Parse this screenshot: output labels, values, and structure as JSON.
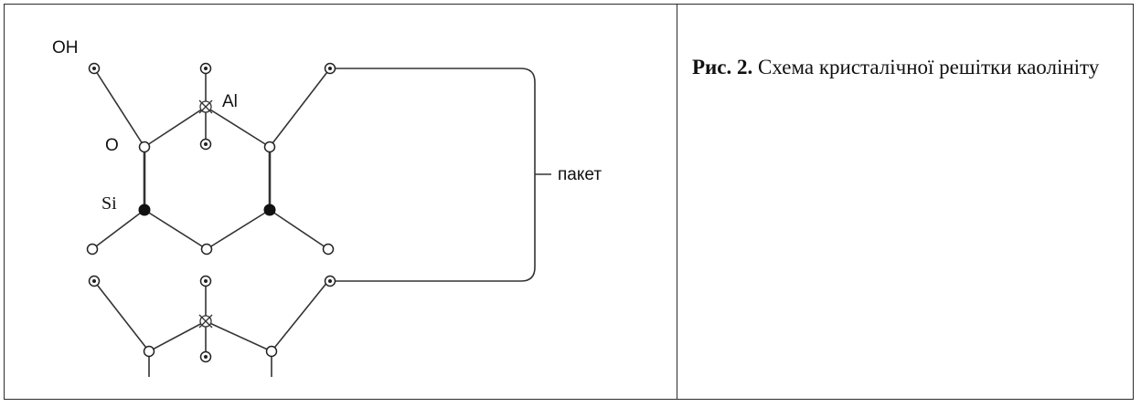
{
  "diagram": {
    "labels": {
      "oh": "OH",
      "al": "Al",
      "o": "O",
      "si": "Si",
      "packet": "пакет"
    }
  },
  "caption": {
    "figure_number": "Рис. 2.",
    "text": "Схема кристалічної решітки каолініту"
  },
  "legend_icons": [
    "hydroxyl-atom-icon",
    "aluminium-atom-icon",
    "oxygen-atom-icon",
    "silicon-atom-icon"
  ]
}
